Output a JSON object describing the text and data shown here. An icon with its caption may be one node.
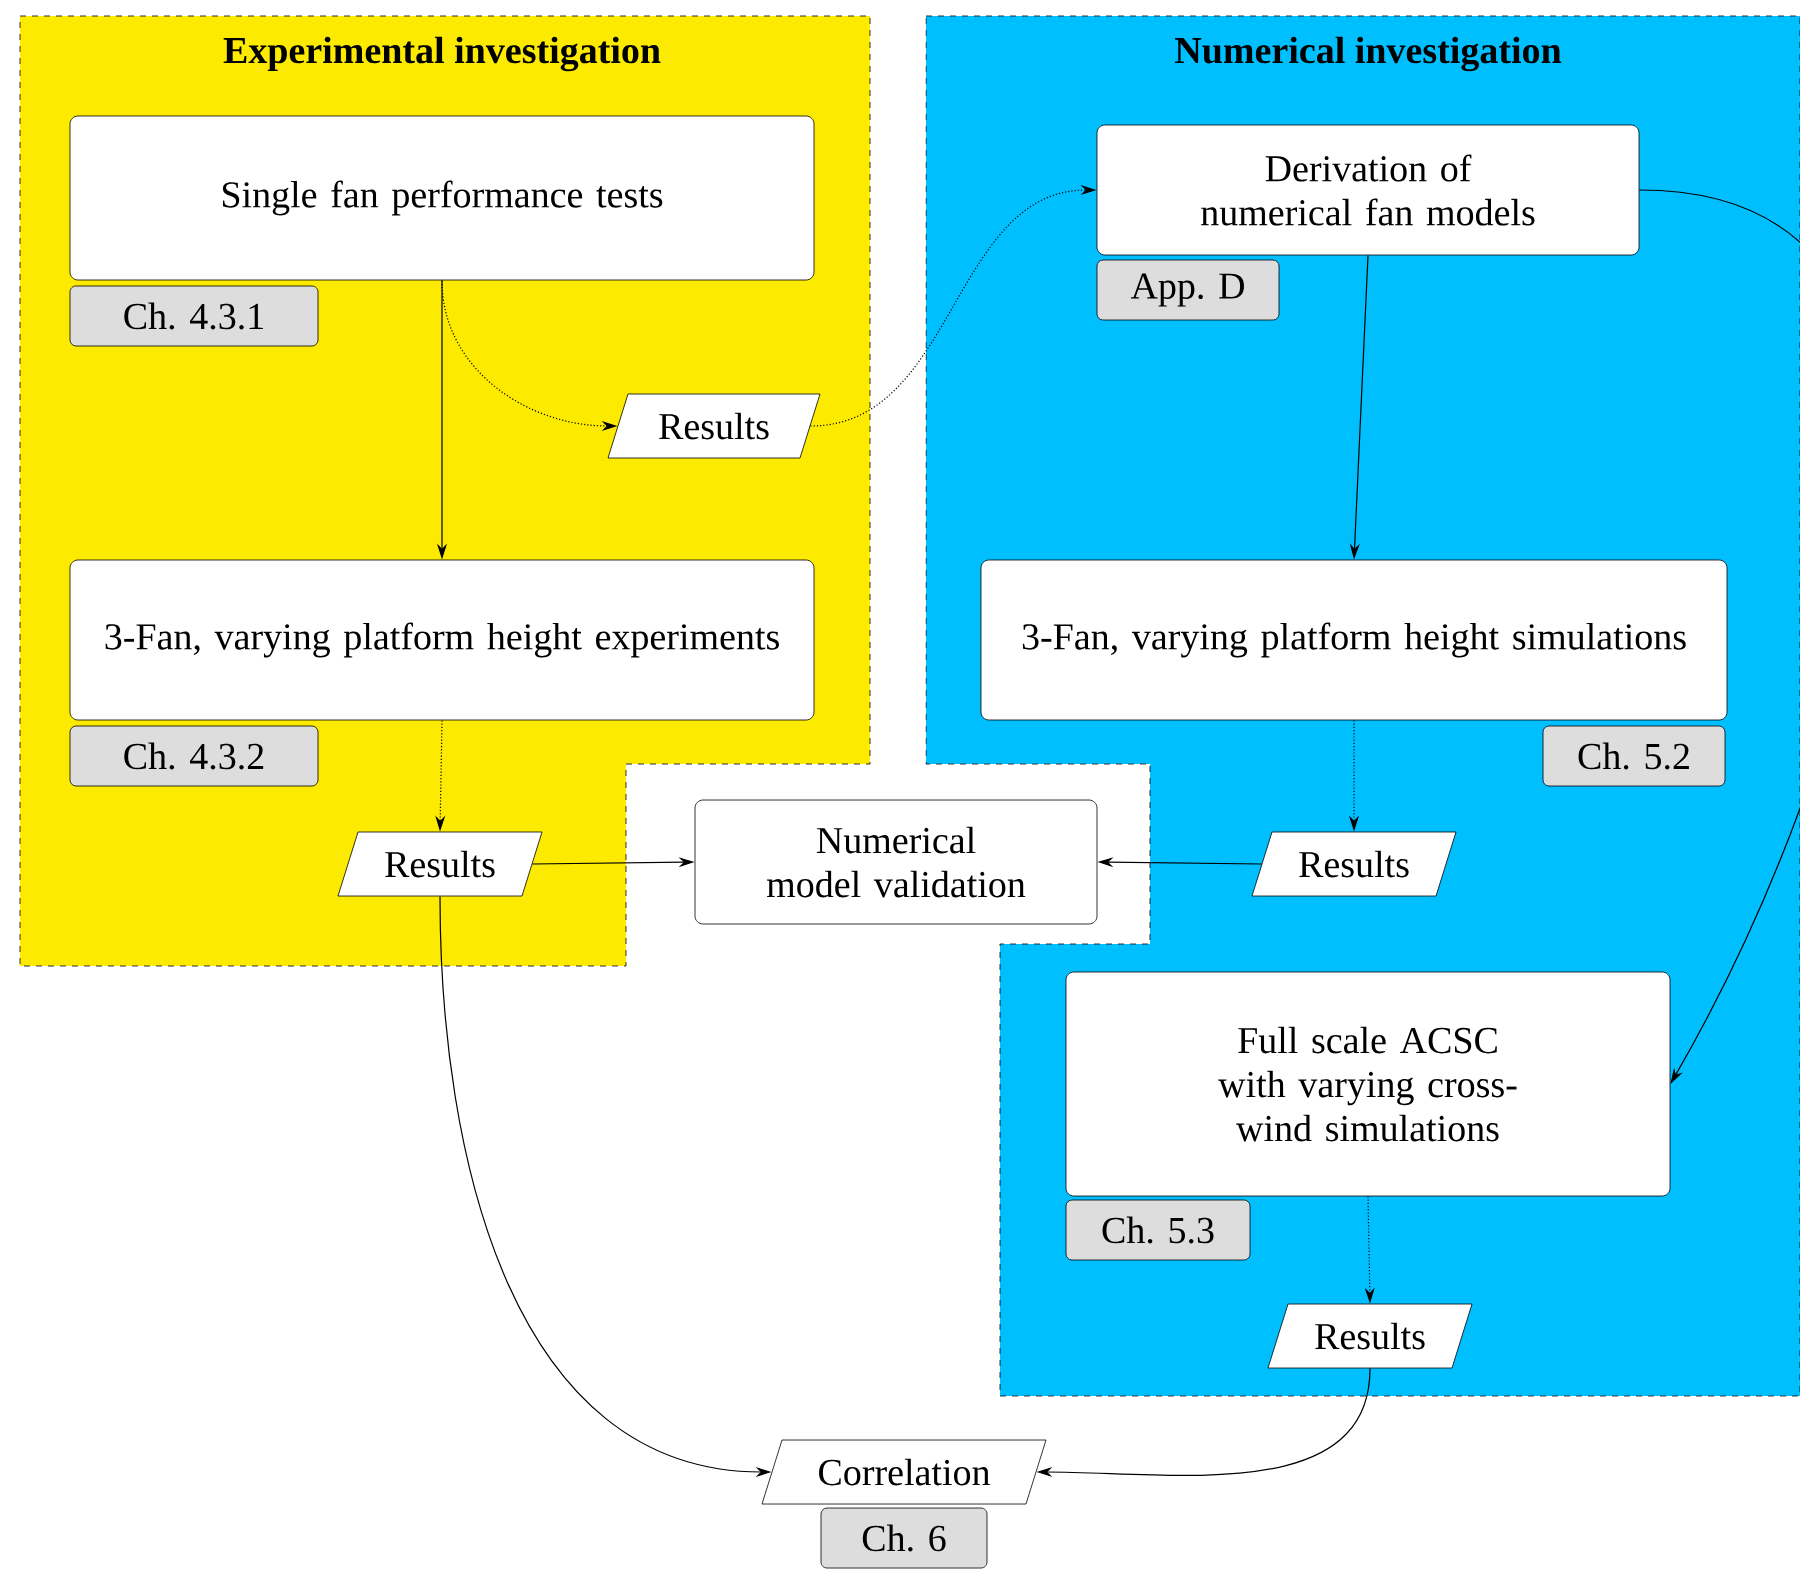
{
  "diagram": {
    "nodes": [
      {
        "text": [
          "Experimental investigation"
        ]
      },
      {
        "text": [
          "Single fan performance tests"
        ],
        "in": 0
      },
      {
        "text": [
          "Ch. 4.3.1"
        ],
        "in": 0
      },
      {
        "text": [
          "Results"
        ],
        "in": 0
      },
      {
        "text": [
          "3-Fan, varying platform height experiments"
        ],
        "in": 0
      },
      {
        "text": [
          "Ch. 4.3.2"
        ],
        "in": 0
      },
      {
        "text": [
          "Results"
        ],
        "in": 0
      },
      {
        "text": [
          "Numerical investigation"
        ]
      },
      {
        "text": [
          "Derivation of numerical fan models"
        ],
        "in": 7
      },
      {
        "text": [
          "App. D"
        ],
        "in": 7
      },
      {
        "text": [
          "3-Fan, varying platform height simulations"
        ],
        "in": 7
      },
      {
        "text": [
          "Ch. 5.2"
        ],
        "in": 7
      },
      {
        "text": [
          "Results"
        ],
        "in": 7
      },
      {
        "text": [
          "Full scale ACSC with varying cross-wind simulations"
        ],
        "in": 7
      },
      {
        "text": [
          "Ch. 5.3"
        ],
        "in": 7
      },
      {
        "text": [
          "Results"
        ],
        "in": 7
      },
      {
        "text": [
          "Numerical model validation"
        ]
      },
      {
        "text": [
          "Correlation"
        ]
      },
      {
        "text": [
          "Ch. 6"
        ]
      }
    ],
    "edges": [
      {
        "from": 1,
        "to": 3,
        "arrow": "to",
        "style": "dashed"
      },
      {
        "from": 3,
        "to": 8,
        "arrow": "to",
        "style": "dashed"
      },
      {
        "from": 1,
        "to": 4,
        "arrow": "to"
      },
      {
        "from": 4,
        "to": 6,
        "arrow": "to",
        "style": "dashed"
      },
      {
        "from": 6,
        "to": 16,
        "arrow": "to"
      },
      {
        "from": 12,
        "to": 16,
        "arrow": "to"
      },
      {
        "from": 8,
        "to": 10,
        "arrow": "to"
      },
      {
        "from": 8,
        "to": 13,
        "arrow": "to"
      },
      {
        "from": 10,
        "to": 12,
        "arrow": "to",
        "style": "dashed"
      },
      {
        "from": 13,
        "to": 15,
        "arrow": "to",
        "style": "dashed"
      },
      {
        "from": 6,
        "to": 17,
        "arrow": "to"
      },
      {
        "from": 15,
        "to": 17,
        "arrow": "to"
      }
    ]
  }
}
